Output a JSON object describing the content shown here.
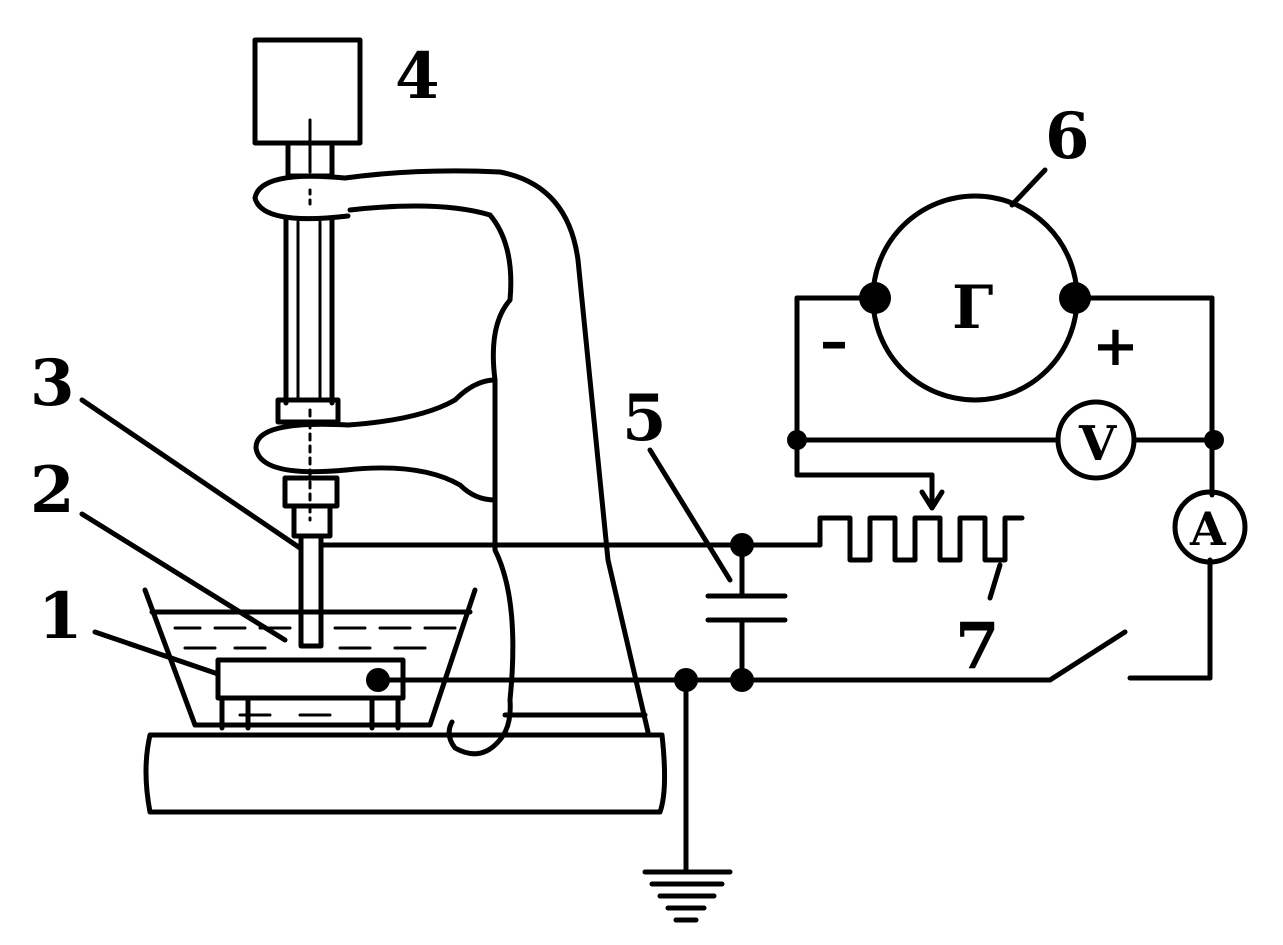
{
  "labels": {
    "part1": "1",
    "part2": "2",
    "part3": "3",
    "part4": "4",
    "part5": "5",
    "part6": "6",
    "part7": "7"
  },
  "generator": {
    "symbol": "Г",
    "minus": "–",
    "plus": "+"
  },
  "meters": {
    "voltmeter": "V",
    "ammeter": "A"
  },
  "colors": {
    "ink": "#000000",
    "background": "#ffffff"
  }
}
